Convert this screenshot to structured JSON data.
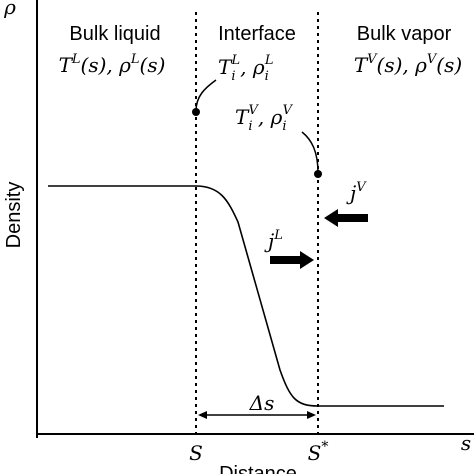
{
  "axes": {
    "y_symbol": "ρ",
    "x_symbol": "s",
    "y_label": "Density",
    "x_label": "Distance"
  },
  "regions": {
    "liquid": {
      "title": "Bulk liquid",
      "base": "T",
      "sup": "L",
      "arg": "(s), ",
      "base2": "ρ",
      "sup2": "L",
      "arg2": "(s)"
    },
    "interface": {
      "title": "Interface"
    },
    "vapor": {
      "title": "Bulk vapor",
      "base": "T",
      "sup": "V",
      "arg": "(s), ",
      "base2": "ρ",
      "sup2": "V",
      "arg2": "(s)"
    }
  },
  "interface_liquid_side": {
    "base": "T",
    "sub": "i",
    "sup": "L",
    "sep": ", ",
    "base2": "ρ",
    "sub2": "i",
    "sup2": "L"
  },
  "interface_vapor_side": {
    "base": "T",
    "sub": "i",
    "sup": "V",
    "sep": ", ",
    "base2": "ρ",
    "sub2": "i",
    "sup2": "V"
  },
  "fluxes": {
    "liquid": {
      "base": "j",
      "sup": "L"
    },
    "vapor": {
      "base": "j",
      "sup": "V"
    }
  },
  "markers": {
    "S": "S",
    "S_star_base": "S",
    "S_star_sup": "*",
    "delta_s": "Δs"
  },
  "colors": {
    "ink": "#000000",
    "background": "#ffffff"
  }
}
